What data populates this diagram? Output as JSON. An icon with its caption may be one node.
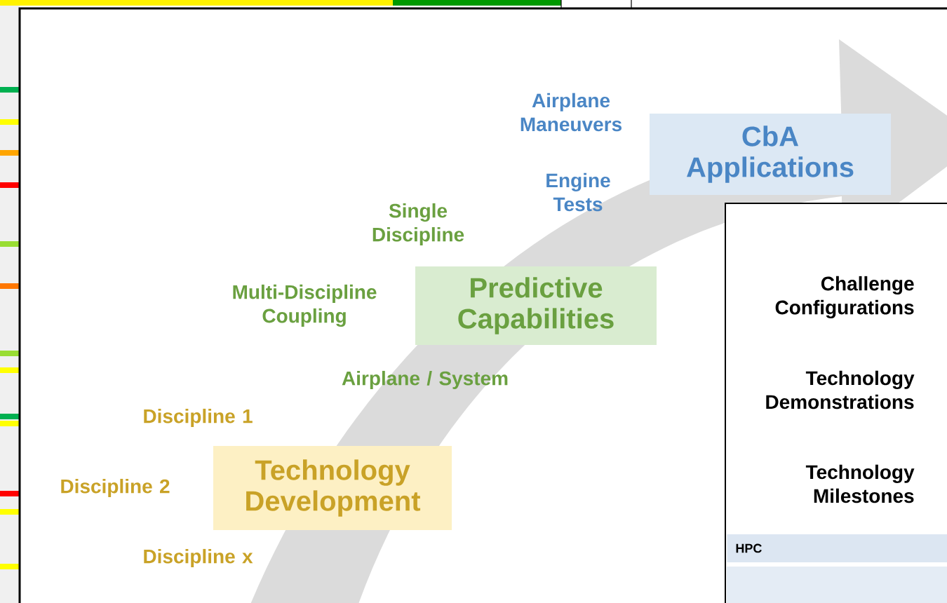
{
  "diagram": {
    "nodes": [
      {
        "text": [
          "CbA Applications"
        ]
      },
      {
        "text": [
          "Predictive Capabilities"
        ]
      },
      {
        "text": [
          "Technology Development"
        ]
      },
      {
        "text": [
          "HPC"
        ]
      }
    ],
    "labels": [
      "Airplane Maneuvers",
      "Engine Tests",
      "Single Discipline",
      "Multi-Discipline Coupling",
      "Airplane / System",
      "Discipline 1",
      "Discipline 2",
      "Discipline x",
      "Challenge Configurations",
      "Technology Demonstrations",
      "Technology Milestones"
    ]
  }
}
